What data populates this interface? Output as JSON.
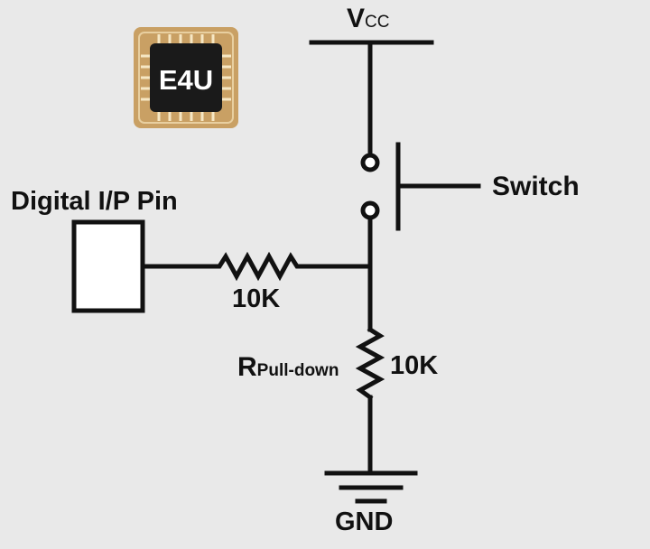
{
  "logo": {
    "text": "E4U",
    "body_color": "#1a1a1a",
    "frame_color": "#c9a064"
  },
  "labels": {
    "vcc_main": "V",
    "vcc_sub": "CC",
    "switch": "Switch",
    "input_pin": "Digital I/P Pin",
    "series_resistor": "10K",
    "pulldown_main": "R",
    "pulldown_sub": "Pull-down",
    "pulldown_value": "10K",
    "ground": "GND"
  },
  "colors": {
    "background": "#e9e9e9",
    "wire": "#111111",
    "pin_fill": "#ffffff"
  }
}
